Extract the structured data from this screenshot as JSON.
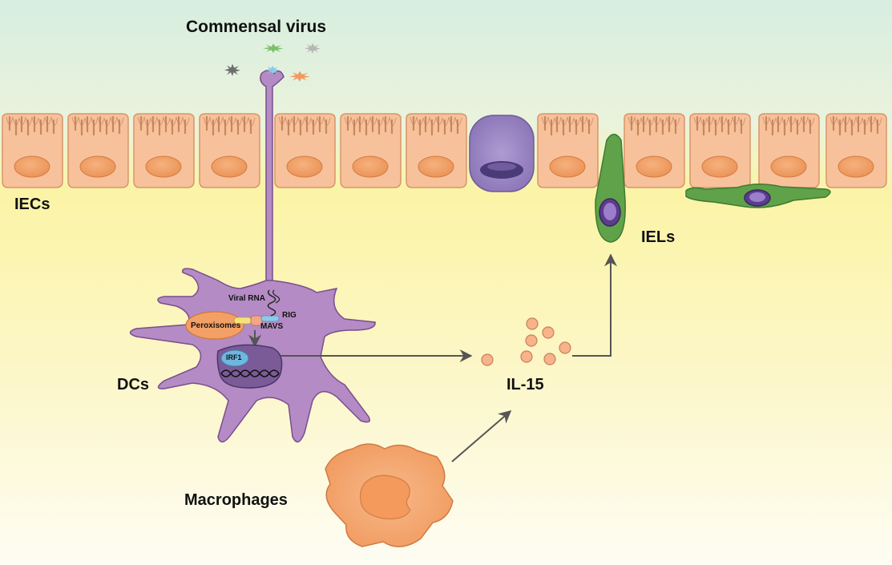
{
  "labels": {
    "commensal_virus": "Commensal virus",
    "iecs": "IECs",
    "iels": "IELs",
    "dcs": "DCs",
    "il15": "IL-15",
    "macrophages": "Macrophages",
    "viral_rna": "Viral RNA",
    "rig": "RIG",
    "mavs": "MAVS",
    "peroxisomes": "Peroxisomes",
    "irf1": "IRF1"
  },
  "colors": {
    "lumen_top": "#dcefe2",
    "lamina": "#fbf3a3",
    "epithelial": "#f7c29b",
    "epithelial_border": "#d8956a",
    "nucleus": "#ee9a5c",
    "goblet": "#9e8bc6",
    "dc": "#b48bc4",
    "dc_border": "#7a4f8d",
    "iel": "#5fa249",
    "macrophage": "#f5a870",
    "virus_green": "#7cc16a",
    "virus_gray": "#b7b7b7",
    "virus_dark": "#6e6e6e",
    "virus_blue": "#8fc9ea",
    "virus_orange": "#f39a60",
    "arrow": "#555555"
  }
}
